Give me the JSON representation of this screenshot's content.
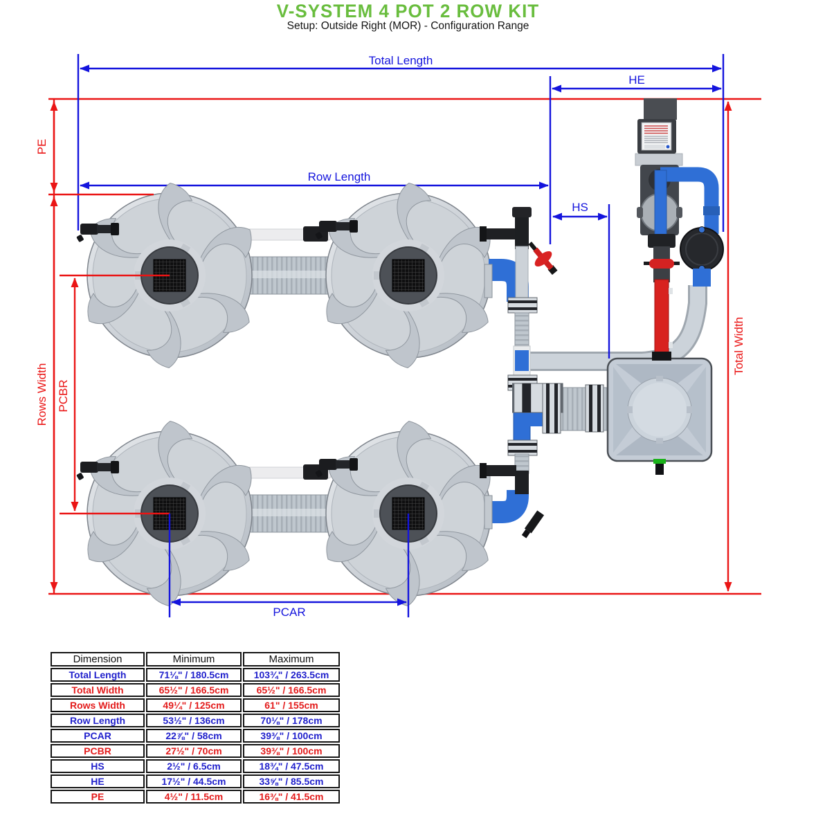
{
  "title": "V-SYSTEM 4 POT 2 ROW KIT",
  "subtitle": "Setup: Outside Right (MOR) - Configuration Range",
  "colors": {
    "title_green": "#69bd3e",
    "dim_blue": "#1414dd",
    "dim_red": "#ea1515",
    "pipe_blue": "#2f6fd6",
    "valve_red": "#d92222"
  },
  "diagram": {
    "labels": {
      "total_length": "Total Length",
      "he": "HE",
      "row_length": "Row Length",
      "hs": "HS",
      "pcar": "PCAR",
      "pe": "PE",
      "rows_width": "Rows Width",
      "pcbr": "PCBR",
      "total_width": "Total Width"
    }
  },
  "table": {
    "columns": [
      "Dimension",
      "Minimum",
      "Maximum"
    ],
    "rows": [
      {
        "dimension": "Total Length",
        "min": "71⅛\" / 180.5cm",
        "max": "103¾\" / 263.5cm",
        "color": "blue"
      },
      {
        "dimension": "Total Width",
        "min": "65½\" / 166.5cm",
        "max": "65½\" / 166.5cm",
        "color": "red"
      },
      {
        "dimension": "Rows Width",
        "min": "49¼\" / 125cm",
        "max": "61\" / 155cm",
        "color": "red"
      },
      {
        "dimension": "Row Length",
        "min": "53½\" / 136cm",
        "max": "70⅛\" / 178cm",
        "color": "blue"
      },
      {
        "dimension": "PCAR",
        "min": "22⅞\" / 58cm",
        "max": "39⅜\" / 100cm",
        "color": "blue"
      },
      {
        "dimension": "PCBR",
        "min": "27½\" / 70cm",
        "max": "39⅜\" / 100cm",
        "color": "red"
      },
      {
        "dimension": "HS",
        "min": "2½\" / 6.5cm",
        "max": "18¾\" / 47.5cm",
        "color": "blue"
      },
      {
        "dimension": "HE",
        "min": "17½\" / 44.5cm",
        "max": "33⅝\" / 85.5cm",
        "color": "blue"
      },
      {
        "dimension": "PE",
        "min": "4½\" / 11.5cm",
        "max": "16⅜\" / 41.5cm",
        "color": "red"
      }
    ]
  }
}
